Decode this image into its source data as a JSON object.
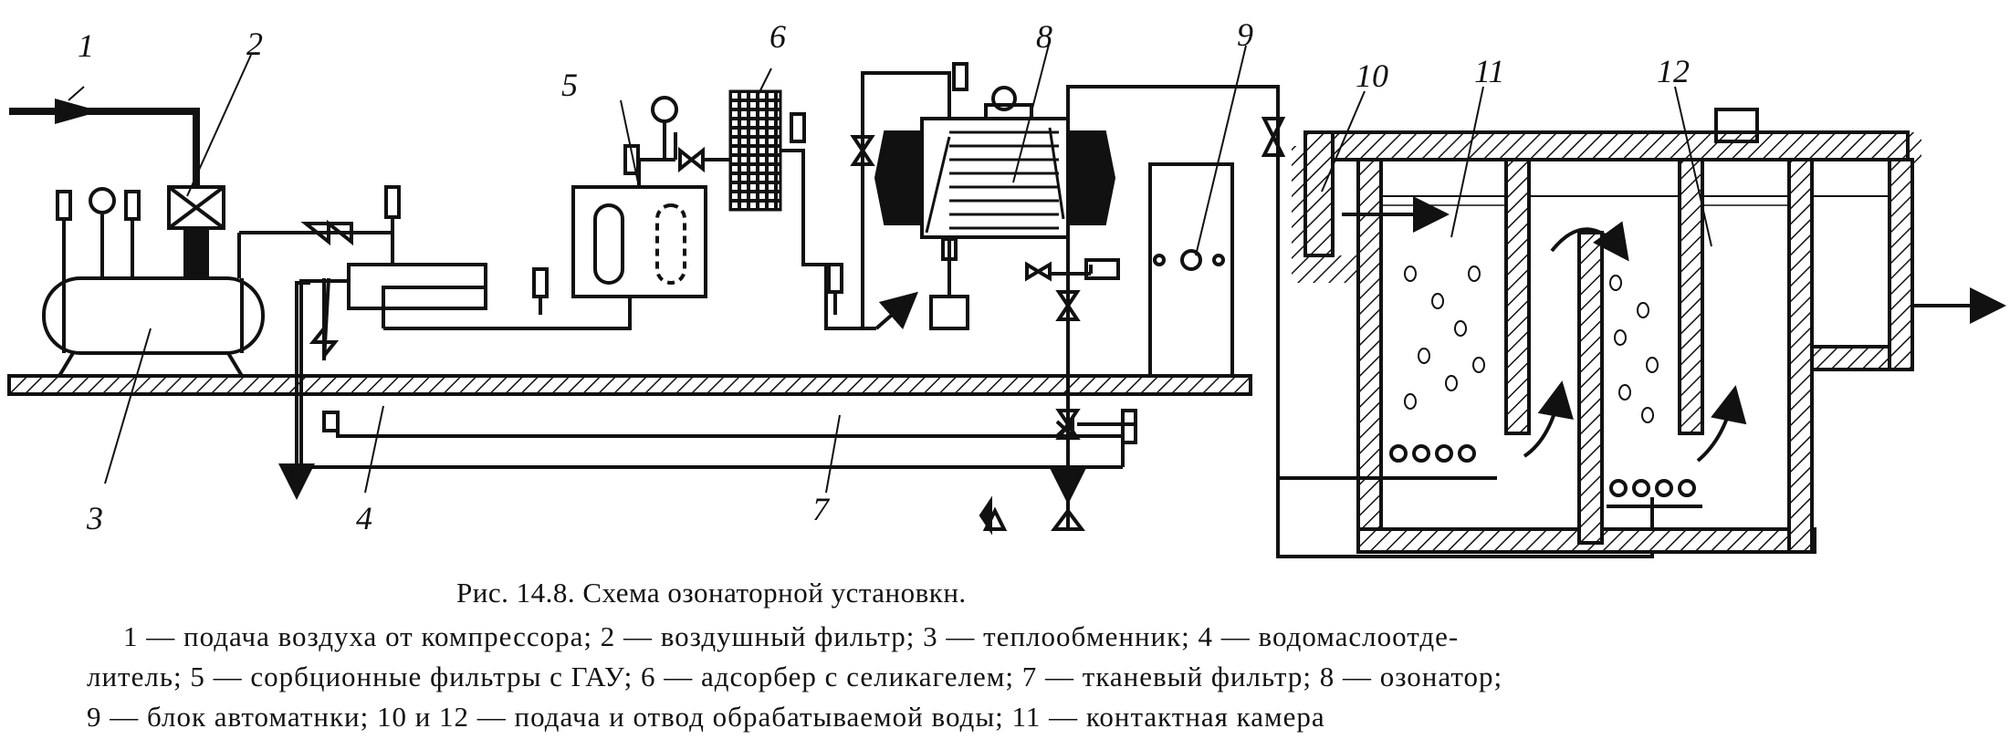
{
  "labels": {
    "n1": "1",
    "n2": "2",
    "n3": "3",
    "n4": "4",
    "n5": "5",
    "n6": "6",
    "n7": "7",
    "n8": "8",
    "n9": "9",
    "n10": "10",
    "n11": "11",
    "n12": "12"
  },
  "caption": {
    "title": "Рис. 14.8. Схема озонаторной установкн.",
    "line1": "1 — подача воздуха от компрессора; 2 — воздушный фильтр; 3 — теплообменник; 4 — водомаслоотде-",
    "line2": "литель; 5 — сорбционные фильтры с ГАУ; 6 — адсорбер с селикагелем; 7 — тканевый фильтр; 8 — озонатор;",
    "line3": "9 — блок автоматнки; 10 и 12 — подача и отвод обрабатываемой воды; 11 — контактная камера"
  }
}
